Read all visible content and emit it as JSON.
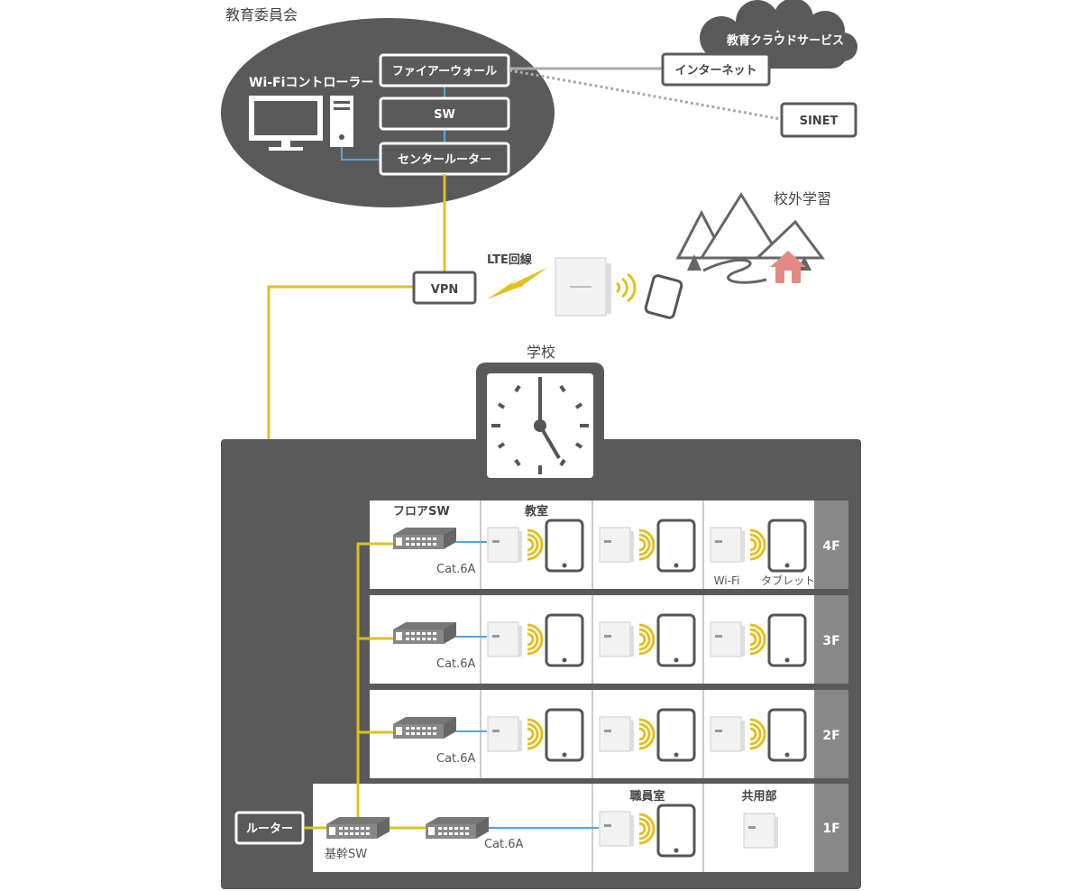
{
  "colors": {
    "dark_gray": "#5a5a5a",
    "floor_tab": "#888888",
    "vpn_line": "#e2c020",
    "lan_line": "#4ea8dc",
    "internet_line": "#aaaaaa",
    "sinet_line": "#aaaaaa",
    "house": "#e08a82"
  },
  "board": {
    "title": "教育委員会",
    "controller_label": "Wi-Fiコントローラー",
    "firewall": "ファイアーウォール",
    "switch": "SW",
    "center_router": "センタールーター"
  },
  "cloud": {
    "label": "教育クラウドサービス"
  },
  "internet": "インターネット",
  "sinet": "SINET",
  "offsite": {
    "title": "校外学習",
    "lte_label": "LTE回線",
    "vpn": "VPN"
  },
  "school": {
    "title": "学校",
    "router": "ルーター",
    "core_switch": "基幹SW",
    "floor_switch_label": "フロアSW",
    "classroom_label": "教室",
    "cable": "Cat.6A",
    "wifi_label": "Wi-Fi",
    "tablet_label": "タブレット",
    "staff_room": "職員室",
    "common_area": "共用部",
    "floors": [
      "4F",
      "3F",
      "2F",
      "1F"
    ]
  }
}
